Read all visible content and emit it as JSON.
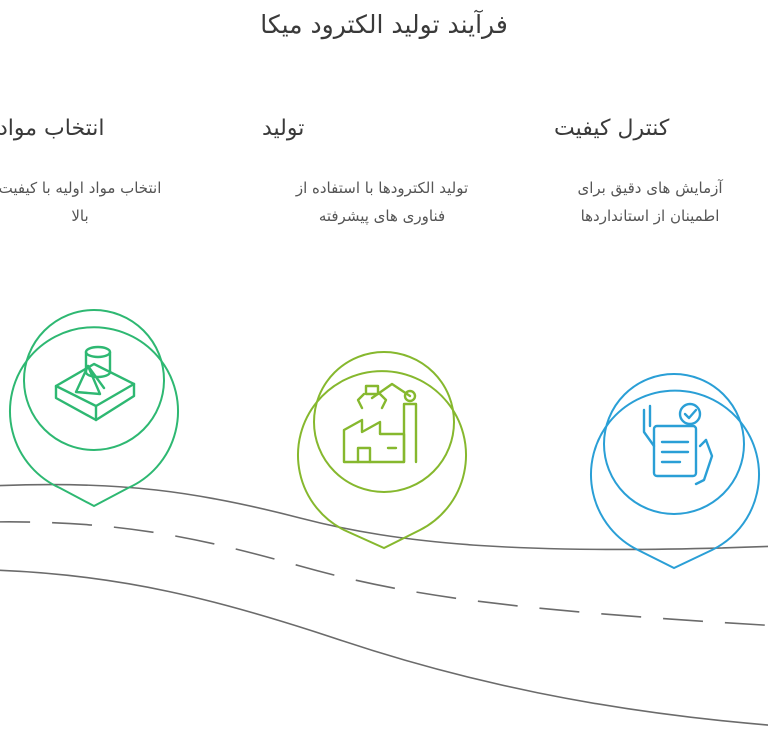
{
  "title": "فرآیند تولید الکترود میکا",
  "steps": [
    {
      "title": "انتخاب مواد",
      "description_line1": "انتخاب مواد اولیه با کیفیت",
      "description_line2": "بالا",
      "color": "#2eb872",
      "icon": "materials-shapes-icon"
    },
    {
      "title": "تولید",
      "description_line1": "تولید الکترودها با استفاده از",
      "description_line2": "فناوری های پیشرفته",
      "color": "#86b82e",
      "icon": "factory-robot-arm-icon"
    },
    {
      "title": "کنترل کیفیت",
      "description_line1": "آزمایش های دقیق برای",
      "description_line2": "اطمینان از استانداردها",
      "color": "#2a9fd6",
      "icon": "checklist-hand-icon"
    }
  ],
  "colors": {
    "road": "#6b6b6b",
    "text": "#3a3a3a"
  }
}
